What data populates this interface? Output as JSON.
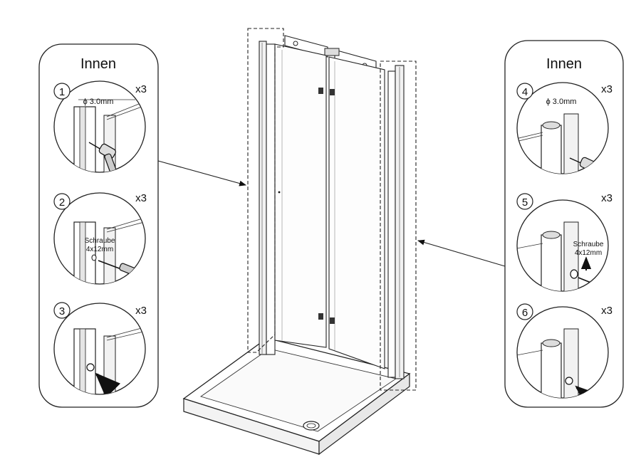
{
  "left_panel": {
    "title": "Innen",
    "steps": [
      {
        "num": "1",
        "qty": "x3",
        "note": "ϕ 3.0mm"
      },
      {
        "num": "2",
        "qty": "x3",
        "note_line1": "Schraube",
        "note_line2": "4x12mm"
      },
      {
        "num": "3",
        "qty": "x3"
      }
    ]
  },
  "right_panel": {
    "title": "Innen",
    "steps": [
      {
        "num": "4",
        "qty": "x3",
        "note": "ϕ 3.0mm"
      },
      {
        "num": "5",
        "qty": "x3",
        "note_line1": "Schraube",
        "note_line2": "4x12mm"
      },
      {
        "num": "6",
        "qty": "x3"
      }
    ]
  }
}
